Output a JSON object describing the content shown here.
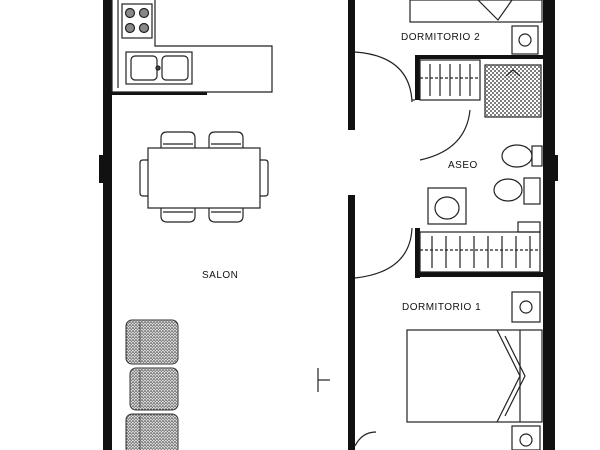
{
  "rooms": {
    "salon": "SALON",
    "aseo": "ASEO",
    "dormitorio_1": "DORMITORIO 1",
    "dormitorio_2": "DORMITORIO 2"
  },
  "colors": {
    "wall": "#111111",
    "line": "#222222",
    "hatch": "#444444",
    "background": "#ffffff"
  }
}
